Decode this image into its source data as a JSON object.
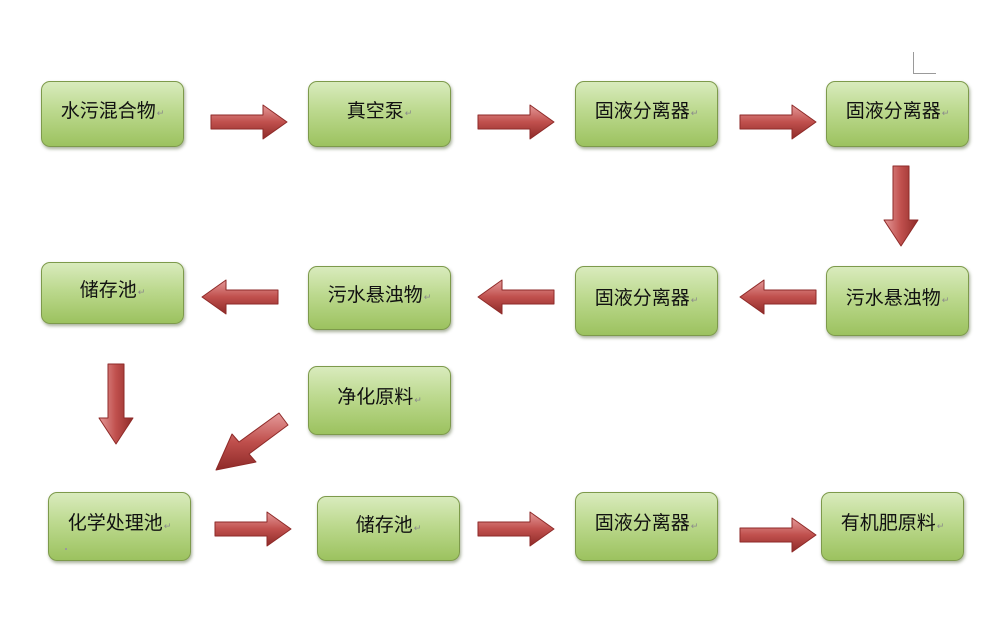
{
  "diagram": {
    "nodes": [
      {
        "id": "n1",
        "label": "水污混合物"
      },
      {
        "id": "n2",
        "label": "真空泵"
      },
      {
        "id": "n3",
        "label": "固液分离器"
      },
      {
        "id": "n4",
        "label": "固液分离器"
      },
      {
        "id": "n5",
        "label": "储存池"
      },
      {
        "id": "n6",
        "label": "污水悬浊物"
      },
      {
        "id": "n7",
        "label": "固液分离器"
      },
      {
        "id": "n8",
        "label": "污水悬浊物"
      },
      {
        "id": "n9",
        "label": "净化原料"
      },
      {
        "id": "n10",
        "label": "化学处理池"
      },
      {
        "id": "n11",
        "label": "储存池"
      },
      {
        "id": "n12",
        "label": "固液分离器"
      },
      {
        "id": "n13",
        "label": "有机肥原料"
      }
    ],
    "edges": [
      {
        "from": "n1",
        "to": "n2"
      },
      {
        "from": "n2",
        "to": "n3"
      },
      {
        "from": "n3",
        "to": "n4"
      },
      {
        "from": "n4",
        "to": "n8"
      },
      {
        "from": "n8",
        "to": "n7"
      },
      {
        "from": "n7",
        "to": "n6"
      },
      {
        "from": "n6",
        "to": "n5"
      },
      {
        "from": "n5",
        "to": "n10"
      },
      {
        "from": "n9",
        "to": "n10"
      },
      {
        "from": "n10",
        "to": "n11"
      },
      {
        "from": "n11",
        "to": "n12"
      },
      {
        "from": "n12",
        "to": "n13"
      }
    ],
    "colors": {
      "node_top": "#d9ebbd",
      "node_bottom": "#9cc25f",
      "node_border": "#7d9a4b",
      "arrow_light": "#e59a9a",
      "arrow_mid": "#c0504d",
      "arrow_dark": "#8e2a28"
    }
  }
}
